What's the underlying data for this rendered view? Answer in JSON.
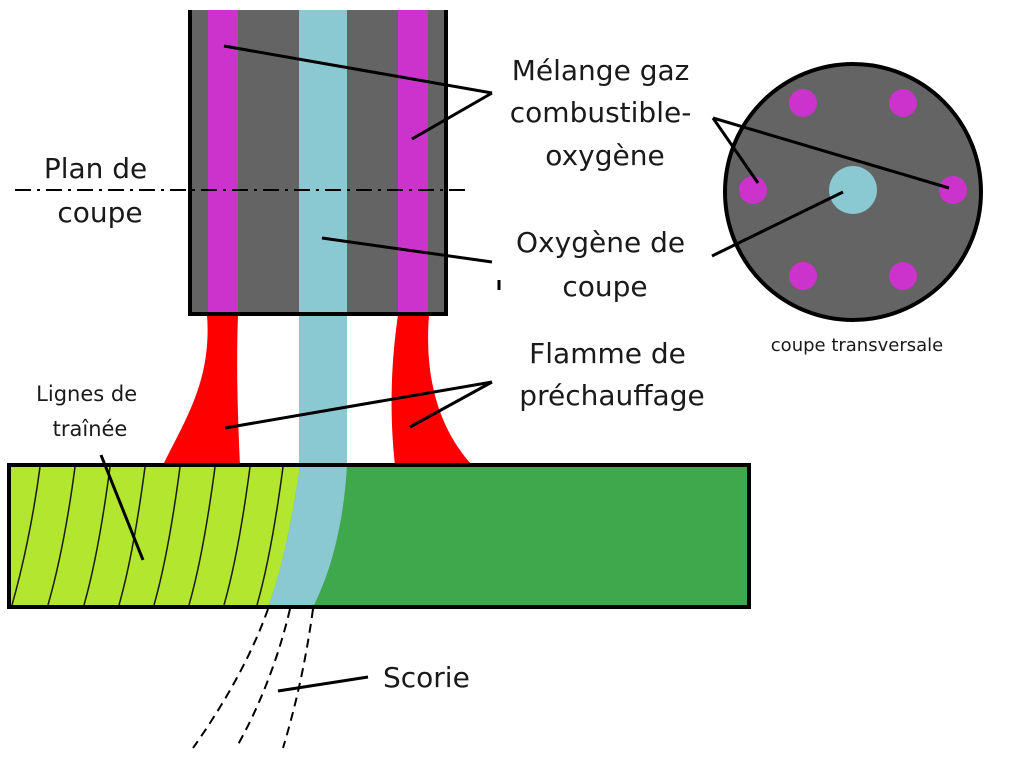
{
  "labels": {
    "melange": [
      "Mélange gaz",
      "combustible-",
      "oxygène"
    ],
    "plan_de_coupe": [
      "Plan de",
      "coupe"
    ],
    "oxygene_de_coupe": [
      "Oxygène de",
      "coupe"
    ],
    "flamme": [
      "Flamme de",
      "préchauffage"
    ],
    "lignes": [
      "Lignes de",
      "traînée"
    ],
    "scorie": "Scorie",
    "coupe_transversale": "coupe transversale"
  },
  "colors": {
    "torch_body": "#646464",
    "fuel_gas": "#cc33cc",
    "cutting_oxygen": "#8ac8d2",
    "flame": "#ff0000",
    "cut_metal": "#b3e62e",
    "metal": "#3fa84c",
    "outline": "#000000"
  }
}
